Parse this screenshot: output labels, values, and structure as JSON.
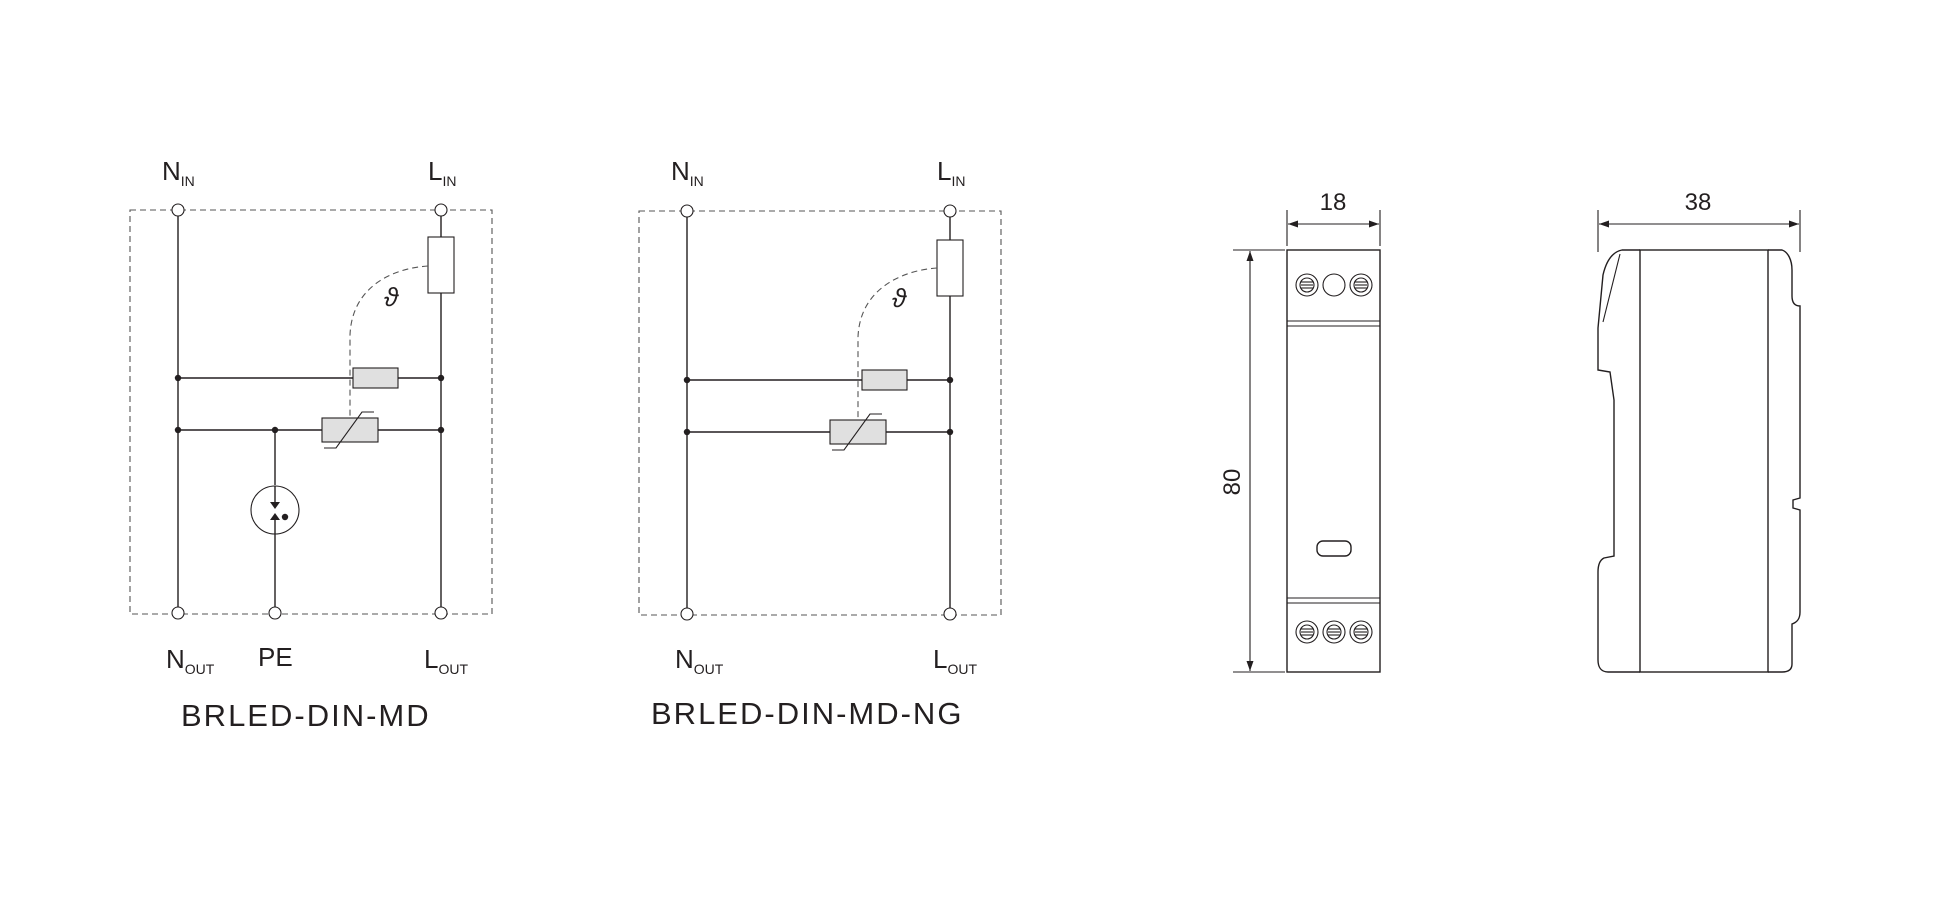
{
  "diagrams": [
    {
      "title": "BRLED-DIN-MD",
      "terminals": {
        "n_in": {
          "main": "N",
          "sub": "IN"
        },
        "l_in": {
          "main": "L",
          "sub": "IN"
        },
        "n_out": {
          "main": "N",
          "sub": "OUT"
        },
        "pe": {
          "main": "PE",
          "sub": ""
        },
        "l_out": {
          "main": "L",
          "sub": "OUT"
        }
      },
      "thermal_symbol": "ϑ"
    },
    {
      "title": "BRLED-DIN-MD-NG",
      "terminals": {
        "n_in": {
          "main": "N",
          "sub": "IN"
        },
        "l_in": {
          "main": "L",
          "sub": "IN"
        },
        "n_out": {
          "main": "N",
          "sub": "OUT"
        },
        "l_out": {
          "main": "L",
          "sub": "OUT"
        }
      },
      "thermal_symbol": "ϑ"
    }
  ],
  "dimensions": {
    "front_width": "18",
    "height": "80",
    "side_depth": "38"
  }
}
